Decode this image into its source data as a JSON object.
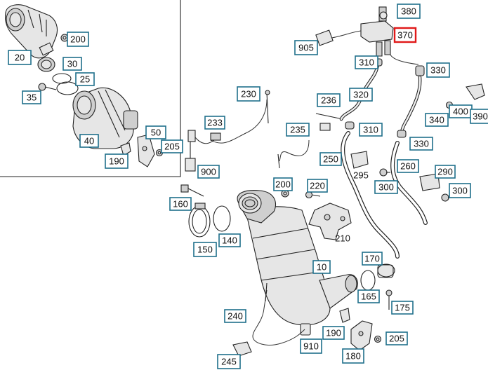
{
  "diagram": {
    "labels": [
      {
        "id": "20",
        "text": "20",
        "boxed": true,
        "highlight": false
      },
      {
        "id": "200a",
        "text": "200",
        "boxed": true,
        "highlight": false
      },
      {
        "id": "30",
        "text": "30",
        "boxed": true,
        "highlight": false
      },
      {
        "id": "25",
        "text": "25",
        "boxed": true,
        "highlight": false
      },
      {
        "id": "35",
        "text": "35",
        "boxed": true,
        "highlight": false
      },
      {
        "id": "50",
        "text": "50",
        "boxed": true,
        "highlight": false
      },
      {
        "id": "205a",
        "text": "205",
        "boxed": true,
        "highlight": false
      },
      {
        "id": "40",
        "text": "40",
        "boxed": true,
        "highlight": false
      },
      {
        "id": "190a",
        "text": "190",
        "boxed": true,
        "highlight": false
      },
      {
        "id": "380",
        "text": "380",
        "boxed": true,
        "highlight": false
      },
      {
        "id": "370",
        "text": "370",
        "boxed": true,
        "highlight": true
      },
      {
        "id": "905",
        "text": "905",
        "boxed": true,
        "highlight": false
      },
      {
        "id": "310a",
        "text": "310",
        "boxed": true,
        "highlight": false
      },
      {
        "id": "330a",
        "text": "330",
        "boxed": true,
        "highlight": false
      },
      {
        "id": "230",
        "text": "230",
        "boxed": true,
        "highlight": false
      },
      {
        "id": "236",
        "text": "236",
        "boxed": true,
        "highlight": false
      },
      {
        "id": "320",
        "text": "320",
        "boxed": true,
        "highlight": false
      },
      {
        "id": "400",
        "text": "400",
        "boxed": true,
        "highlight": false
      },
      {
        "id": "390",
        "text": "390",
        "boxed": true,
        "highlight": false
      },
      {
        "id": "340",
        "text": "340",
        "boxed": true,
        "highlight": false
      },
      {
        "id": "233",
        "text": "233",
        "boxed": true,
        "highlight": false
      },
      {
        "id": "235",
        "text": "235",
        "boxed": true,
        "highlight": false
      },
      {
        "id": "310b",
        "text": "310",
        "boxed": true,
        "highlight": false
      },
      {
        "id": "330b",
        "text": "330",
        "boxed": true,
        "highlight": false
      },
      {
        "id": "250",
        "text": "250",
        "boxed": true,
        "highlight": false
      },
      {
        "id": "295",
        "text": "295",
        "boxed": false,
        "highlight": false
      },
      {
        "id": "260",
        "text": "260",
        "boxed": true,
        "highlight": false
      },
      {
        "id": "290",
        "text": "290",
        "boxed": true,
        "highlight": false
      },
      {
        "id": "900",
        "text": "900",
        "boxed": true,
        "highlight": false
      },
      {
        "id": "300a",
        "text": "300",
        "boxed": true,
        "highlight": false
      },
      {
        "id": "300b",
        "text": "300",
        "boxed": true,
        "highlight": false
      },
      {
        "id": "200b",
        "text": "200",
        "boxed": true,
        "highlight": false
      },
      {
        "id": "220",
        "text": "220",
        "boxed": true,
        "highlight": false
      },
      {
        "id": "160",
        "text": "160",
        "boxed": true,
        "highlight": false
      },
      {
        "id": "210",
        "text": "210",
        "boxed": false,
        "highlight": false
      },
      {
        "id": "150",
        "text": "150",
        "boxed": true,
        "highlight": false
      },
      {
        "id": "140",
        "text": "140",
        "boxed": true,
        "highlight": false
      },
      {
        "id": "170",
        "text": "170",
        "boxed": true,
        "highlight": false
      },
      {
        "id": "10",
        "text": "10",
        "boxed": true,
        "highlight": false
      },
      {
        "id": "165",
        "text": "165",
        "boxed": true,
        "highlight": false
      },
      {
        "id": "175",
        "text": "175",
        "boxed": true,
        "highlight": false
      },
      {
        "id": "240",
        "text": "240",
        "boxed": true,
        "highlight": false
      },
      {
        "id": "190b",
        "text": "190",
        "boxed": true,
        "highlight": false
      },
      {
        "id": "910",
        "text": "910",
        "boxed": true,
        "highlight": false
      },
      {
        "id": "205b",
        "text": "205",
        "boxed": true,
        "highlight": false
      },
      {
        "id": "180",
        "text": "180",
        "boxed": true,
        "highlight": false
      },
      {
        "id": "245",
        "text": "245",
        "boxed": true,
        "highlight": false
      }
    ]
  },
  "colors": {
    "label_border": "#1f6f8b",
    "highlight_border": "#e01919",
    "line": "#222222"
  }
}
